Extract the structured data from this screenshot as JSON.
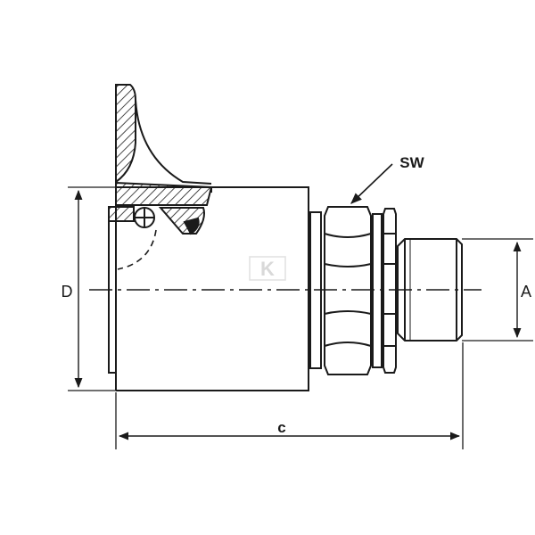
{
  "labels": {
    "sw": "SW",
    "d": "D",
    "a": "A",
    "c": "c"
  },
  "watermark": "K",
  "colors": {
    "line": "#1a1a1a",
    "watermark": "#d9d9d9",
    "background": "#ffffff"
  }
}
